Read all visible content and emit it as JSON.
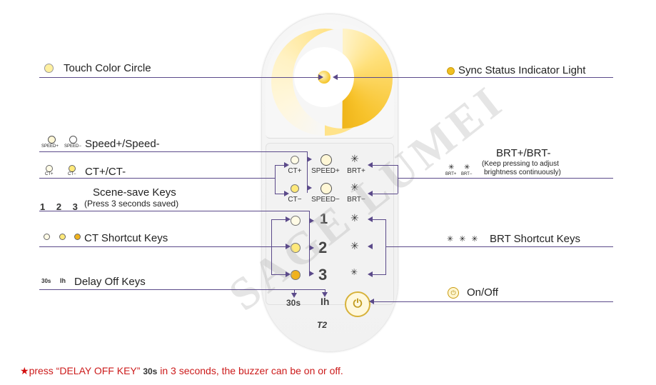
{
  "labels": {
    "touch_color_circle": "Touch  Color  Circle",
    "sync_status": "Sync  Status  Indicator  Light",
    "speed": "Speed+/Speed-",
    "ct": "CT+/CT-",
    "scene_save": "Scene-save  Keys",
    "scene_save_note": "(Press  3  seconds  saved)",
    "ct_shortcut": "CT  Shortcut  Keys",
    "delay_off": "Delay  Off  Keys",
    "brt": "BRT+/BRT-",
    "brt_note1": "(Keep pressing to adjust",
    "brt_note2": "brightness continuously)",
    "brt_shortcut": "BRT  Shortcut  Keys",
    "onoff": "On/Off"
  },
  "icon_captions": {
    "speed_plus": "SPEED+",
    "speed_minus": "SPEED−",
    "ct_plus": "CT+",
    "ct_minus": "CT−",
    "brt_plus": "BRT+",
    "brt_minus": "BRT−",
    "scene_numbers": "1  2  3",
    "delay_30s": "30s",
    "delay_1h": "Ih"
  },
  "remote": {
    "key_ct_plus": "CT+",
    "key_speed_plus": "SPEED+",
    "key_brt_plus": "BRT+",
    "key_ct_minus": "CT−",
    "key_speed_minus": "SPEED−",
    "key_brt_minus": "BRT−",
    "scene_1": "1",
    "scene_2": "2",
    "scene_3": "3",
    "delay_30s": "30s",
    "delay_1h": "Ih",
    "logo": "T2",
    "watermark": "SAGE LUMEI"
  },
  "footer": {
    "star": "★",
    "note_pre": "press  “DELAY  OFF  KEY”",
    "note_key": "30s",
    "note_post": "in  3  seconds,  the  buzzer  can  be  on  or  off."
  },
  "colors": {
    "accent_line": "#5b4a8a",
    "warm_yellow": "#f5c52a",
    "note_red": "#cc1b1b"
  }
}
